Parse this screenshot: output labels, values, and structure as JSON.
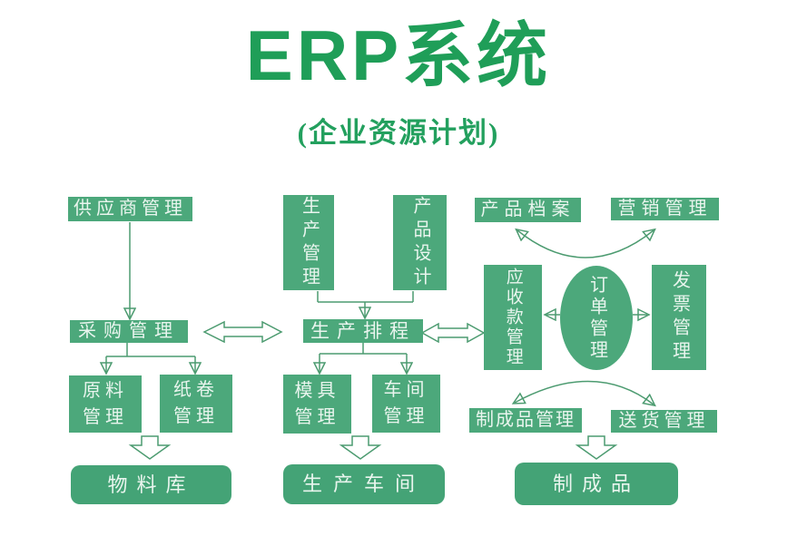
{
  "header": {
    "title": "ERP系统",
    "subtitle": "(企业资源计划)"
  },
  "colors": {
    "title_green": "#1f9e58",
    "node_fill": "#4ca87b",
    "rounded_node_fill": "#44a376",
    "node_text": "#e9f5ee",
    "connector": "#4c9b70",
    "background": "#ffffff"
  },
  "nodes": {
    "supplier_mgmt": "供应商管理",
    "purchasing_mgmt": "采购管理",
    "raw_material_mgmt": "原料管理",
    "paper_roll_mgmt": "纸卷管理",
    "material_warehouse": "物料库",
    "production_mgmt": "生产管理",
    "product_design": "产品设计",
    "production_scheduling": "生产排程",
    "mold_mgmt": "模具管理",
    "workshop_mgmt": "车间管理",
    "production_workshop": "生产车间",
    "product_archive": "产品档案",
    "marketing_mgmt": "营销管理",
    "receivables_mgmt": "应收款管理",
    "order_mgmt": "订单管理",
    "invoice_mgmt": "发票管理",
    "finished_goods_mgmt": "制成品管理",
    "delivery_mgmt": "送货管理",
    "finished_goods": "制成品"
  }
}
